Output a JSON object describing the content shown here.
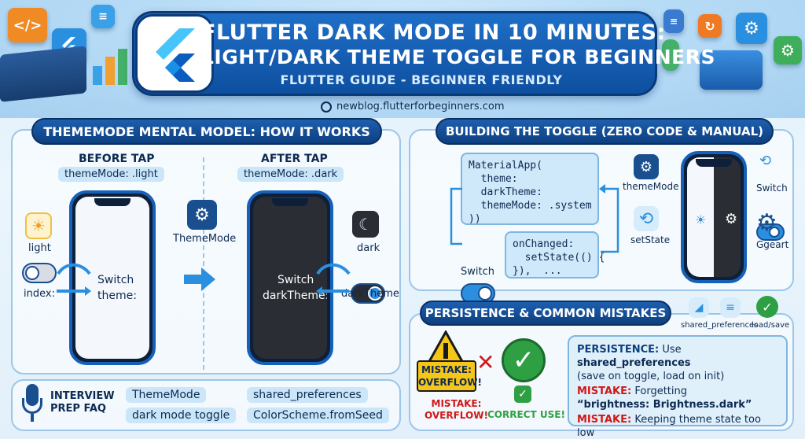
{
  "header": {
    "title_line1": "FLUTTER DARK MODE IN 10 MINUTES:",
    "title_line2": "LIGHT/DARK THEME TOGGLE FOR BEGINNERS",
    "subtitle": "FLUTTER GUIDE - BEGINNER FRIENDLY",
    "url": "newblog.flutterforbeginners.com"
  },
  "left_section": {
    "title": "THEMEMODE MENTAL MODEL: HOW IT WORKS",
    "before_label": "BEFORE TAP",
    "before_chip": "themeMode: .light",
    "after_label": "AFTER TAP",
    "after_chip": "themeMode: .dark",
    "light_label": "light",
    "dark_label": "dark",
    "index_label": "index:",
    "switch_theme_label": "Switch\ntheme:",
    "switch_darktheme_label": "Switch\ndarkTheme:",
    "darktheme_label": "darkTheme",
    "thememode_label": "ThemeMode"
  },
  "faq": {
    "title_line1": "INTERVIEW",
    "title_line2": "PREP FAQ",
    "items": [
      "ThemeMode",
      "dark mode toggle",
      "shared_preferences",
      "ColorScheme.fromSeed"
    ]
  },
  "right_top": {
    "title": "BUILDING THE TOGGLE (ZERO CODE & MANUAL)",
    "code_main": "MaterialApp(\n  theme:\n  darkTheme:\n  themeMode: .system\n))",
    "code_onchanged": "onChanged:\n  setState(() {\n}),  ...",
    "switch_label": "Switch",
    "thememode_label": "themeMode",
    "setstate_label": "setState",
    "switch_right_label": "Switch",
    "gear_label": "Ggeart"
  },
  "right_bottom": {
    "title": "PERSISTENCE & COMMON MISTAKES",
    "icon_labels": [
      "shared_preferences",
      "load/save"
    ],
    "sign_text": "MISTAKE:\nOVERFLOW!",
    "mistake_caption": "MISTAKE:\nOVERFLOW!",
    "correct_caption": "CORRECT USE!",
    "persistence_prefix": "PERSISTENCE:",
    "persistence_text_a": "Use",
    "persistence_bold": "shared_preferences",
    "persistence_text_b": "(save on toggle, load on init)",
    "mistake1_prefix": "MISTAKE:",
    "mistake1_text": "Forgetting",
    "mistake1_quote": "“brightness: Brightness.dark”",
    "mistake2_prefix": "MISTAKE:",
    "mistake2_text": "Keeping theme state too low"
  },
  "colors": {
    "brand_blue": "#0d3f80",
    "accent_blue": "#1f6fc8",
    "mistake_red": "#d01818",
    "correct_green": "#2ea043",
    "warning_yellow": "#f5c518"
  }
}
